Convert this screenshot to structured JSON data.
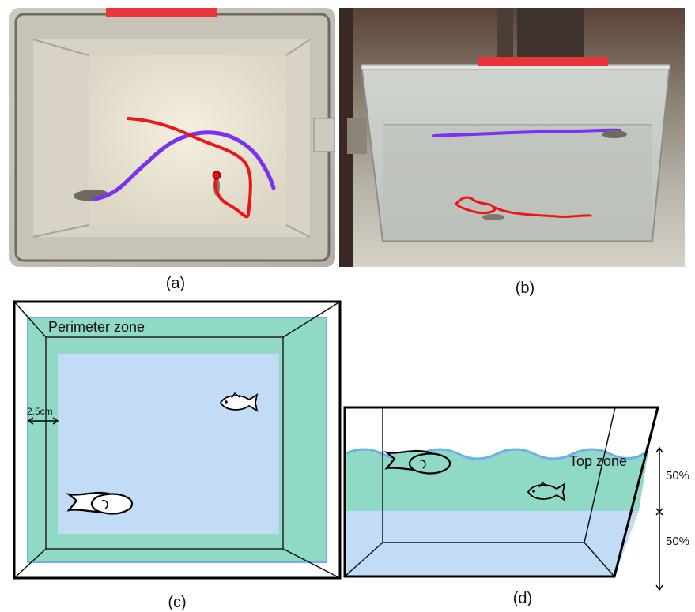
{
  "panels": {
    "a": {
      "caption": "(a)"
    },
    "b": {
      "caption": "(b)"
    },
    "c": {
      "caption": "(c)",
      "zone_label": "Perimeter zone",
      "width_label": "2.5cm"
    },
    "d": {
      "caption": "(d)",
      "zone_label": "Top zone",
      "upper_percent": "50%",
      "lower_percent": "50%"
    }
  },
  "colors": {
    "perimeter_zone": "#8fd9c6",
    "center_zone": "#c3dcf5",
    "water_line": "#6fb0e8",
    "track_red": "#f01515",
    "track_purple": "#7a32f0",
    "lid_label": "#e8353a"
  },
  "icons": [
    "fish-icon",
    "fish-pair-icon",
    "double-arrow-icon"
  ]
}
